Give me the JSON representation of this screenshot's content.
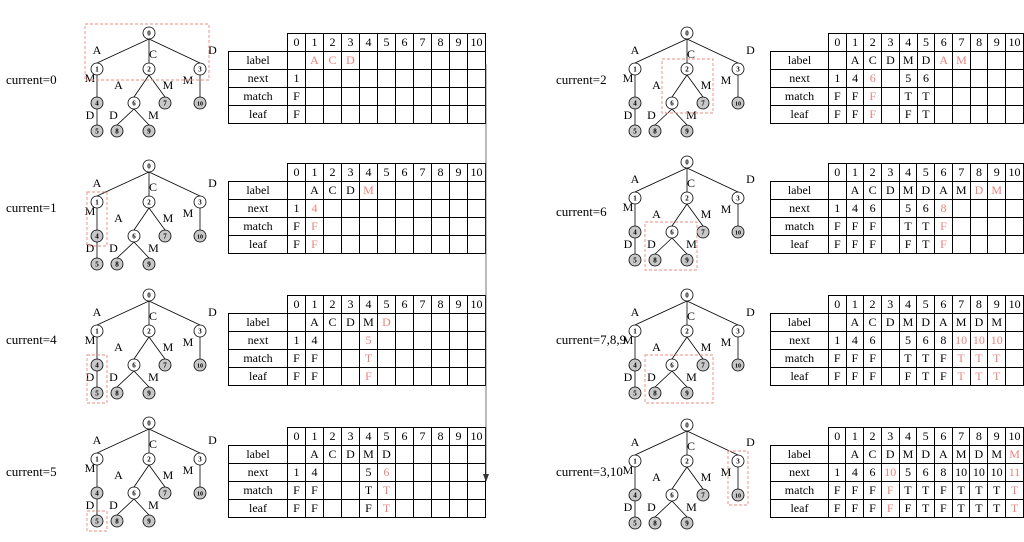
{
  "tree": {
    "nodes": [
      {
        "id": "0",
        "gray": false
      },
      {
        "id": "1",
        "gray": false
      },
      {
        "id": "2",
        "gray": false
      },
      {
        "id": "3",
        "gray": false
      },
      {
        "id": "4",
        "gray": true
      },
      {
        "id": "5",
        "gray": true
      },
      {
        "id": "6",
        "gray": false
      },
      {
        "id": "7",
        "gray": true
      },
      {
        "id": "8",
        "gray": true
      },
      {
        "id": "9",
        "gray": true
      },
      {
        "id": "10",
        "gray": true
      }
    ],
    "edges": [
      {
        "from": "0",
        "to": "1",
        "label": "A"
      },
      {
        "from": "0",
        "to": "2",
        "label": "C"
      },
      {
        "from": "0",
        "to": "3",
        "label": "D"
      },
      {
        "from": "1",
        "to": "4",
        "label": "M"
      },
      {
        "from": "4",
        "to": "5",
        "label": "D"
      },
      {
        "from": "2",
        "to": "6",
        "label": "A"
      },
      {
        "from": "2",
        "to": "7",
        "label": "M"
      },
      {
        "from": "6",
        "to": "8",
        "label": "D"
      },
      {
        "from": "6",
        "to": "9",
        "label": "M"
      },
      {
        "from": "3",
        "to": "10",
        "label": "M"
      }
    ]
  },
  "table": {
    "columns": [
      "0",
      "1",
      "2",
      "3",
      "4",
      "5",
      "6",
      "7",
      "8",
      "9",
      "10"
    ],
    "rows": [
      "label",
      "next",
      "match",
      "leaf"
    ]
  },
  "highlight_color": "#e8847f",
  "box_color": "#f08a80",
  "steps": [
    {
      "current": "current=0",
      "box": [
        "0",
        "1",
        "2",
        "3"
      ],
      "label": [
        "",
        "A",
        "C",
        "D",
        "",
        "",
        "",
        "",
        "",
        "",
        ""
      ],
      "next": [
        "1",
        "",
        "",
        "",
        "",
        "",
        "",
        "",
        "",
        "",
        ""
      ],
      "match": [
        "F",
        "",
        "",
        "",
        "",
        "",
        "",
        "",
        "",
        "",
        ""
      ],
      "leaf": [
        "F",
        "",
        "",
        "",
        "",
        "",
        "",
        "",
        "",
        "",
        ""
      ],
      "red": {
        "label": [
          1,
          2,
          3
        ],
        "next": [],
        "match": [],
        "leaf": []
      }
    },
    {
      "current": "current=1",
      "box": [
        "1",
        "4"
      ],
      "label": [
        "",
        "A",
        "C",
        "D",
        "M",
        "",
        "",
        "",
        "",
        "",
        ""
      ],
      "next": [
        "1",
        "4",
        "",
        "",
        "",
        "",
        "",
        "",
        "",
        "",
        ""
      ],
      "match": [
        "F",
        "F",
        "",
        "",
        "",
        "",
        "",
        "",
        "",
        "",
        ""
      ],
      "leaf": [
        "F",
        "F",
        "",
        "",
        "",
        "",
        "",
        "",
        "",
        "",
        ""
      ],
      "red": {
        "label": [
          4
        ],
        "next": [
          1
        ],
        "match": [
          1
        ],
        "leaf": [
          1
        ]
      }
    },
    {
      "current": "current=4",
      "box": [
        "4",
        "5"
      ],
      "label": [
        "",
        "A",
        "C",
        "D",
        "M",
        "D",
        "",
        "",
        "",
        "",
        ""
      ],
      "next": [
        "1",
        "4",
        "",
        "",
        "5",
        "",
        "",
        "",
        "",
        "",
        ""
      ],
      "match": [
        "F",
        "F",
        "",
        "",
        "T",
        "",
        "",
        "",
        "",
        "",
        ""
      ],
      "leaf": [
        "F",
        "F",
        "",
        "",
        "F",
        "",
        "",
        "",
        "",
        "",
        ""
      ],
      "red": {
        "label": [
          5
        ],
        "next": [
          4
        ],
        "match": [
          4
        ],
        "leaf": [
          4
        ]
      }
    },
    {
      "current": "current=5",
      "box": [
        "5"
      ],
      "label": [
        "",
        "A",
        "C",
        "D",
        "M",
        "D",
        "",
        "",
        "",
        "",
        ""
      ],
      "next": [
        "1",
        "4",
        "",
        "",
        "5",
        "6",
        "",
        "",
        "",
        "",
        ""
      ],
      "match": [
        "F",
        "F",
        "",
        "",
        "T",
        "T",
        "",
        "",
        "",
        "",
        ""
      ],
      "leaf": [
        "F",
        "F",
        "",
        "",
        "F",
        "T",
        "",
        "",
        "",
        "",
        ""
      ],
      "red": {
        "label": [],
        "next": [
          5
        ],
        "match": [
          5
        ],
        "leaf": [
          5
        ]
      }
    },
    {
      "current": "current=2",
      "box": [
        "2",
        "6",
        "7"
      ],
      "label": [
        "",
        "A",
        "C",
        "D",
        "M",
        "D",
        "A",
        "M",
        "",
        "",
        ""
      ],
      "next": [
        "1",
        "4",
        "6",
        "",
        "5",
        "6",
        "",
        "",
        "",
        "",
        ""
      ],
      "match": [
        "F",
        "F",
        "F",
        "",
        "T",
        "T",
        "",
        "",
        "",
        "",
        ""
      ],
      "leaf": [
        "F",
        "F",
        "F",
        "",
        "F",
        "T",
        "",
        "",
        "",
        "",
        ""
      ],
      "red": {
        "label": [
          6,
          7
        ],
        "next": [
          2
        ],
        "match": [
          2
        ],
        "leaf": [
          2
        ]
      }
    },
    {
      "current": "current=6",
      "box": [
        "6",
        "8",
        "9"
      ],
      "label": [
        "",
        "A",
        "C",
        "D",
        "M",
        "D",
        "A",
        "M",
        "D",
        "M",
        ""
      ],
      "next": [
        "1",
        "4",
        "6",
        "",
        "5",
        "6",
        "8",
        "",
        "",
        "",
        ""
      ],
      "match": [
        "F",
        "F",
        "F",
        "",
        "T",
        "T",
        "F",
        "",
        "",
        "",
        ""
      ],
      "leaf": [
        "F",
        "F",
        "F",
        "",
        "F",
        "T",
        "F",
        "",
        "",
        "",
        ""
      ],
      "red": {
        "label": [
          8,
          9
        ],
        "next": [
          6
        ],
        "match": [
          6
        ],
        "leaf": [
          6
        ]
      }
    },
    {
      "current": "current=7,8,9",
      "box": [
        "7",
        "8",
        "9"
      ],
      "label": [
        "",
        "A",
        "C",
        "D",
        "M",
        "D",
        "A",
        "M",
        "D",
        "M",
        ""
      ],
      "next": [
        "1",
        "4",
        "6",
        "",
        "5",
        "6",
        "8",
        "10",
        "10",
        "10",
        ""
      ],
      "match": [
        "F",
        "F",
        "F",
        "",
        "T",
        "T",
        "F",
        "T",
        "T",
        "T",
        ""
      ],
      "leaf": [
        "F",
        "F",
        "F",
        "",
        "F",
        "T",
        "F",
        "T",
        "T",
        "T",
        ""
      ],
      "red": {
        "label": [],
        "next": [
          7,
          8,
          9
        ],
        "match": [
          7,
          8,
          9
        ],
        "leaf": [
          7,
          8,
          9
        ]
      }
    },
    {
      "current": "current=3,10",
      "box": [
        "3",
        "10"
      ],
      "label": [
        "",
        "A",
        "C",
        "D",
        "M",
        "D",
        "A",
        "M",
        "D",
        "M",
        "M"
      ],
      "next": [
        "1",
        "4",
        "6",
        "10",
        "5",
        "6",
        "8",
        "10",
        "10",
        "10",
        "11"
      ],
      "match": [
        "F",
        "F",
        "F",
        "F",
        "T",
        "T",
        "F",
        "T",
        "T",
        "T",
        "T"
      ],
      "leaf": [
        "F",
        "F",
        "F",
        "F",
        "F",
        "T",
        "F",
        "T",
        "T",
        "T",
        "T"
      ],
      "red": {
        "label": [
          10
        ],
        "next": [
          3,
          10
        ],
        "match": [
          3,
          10
        ],
        "leaf": [
          3,
          10
        ]
      }
    }
  ]
}
